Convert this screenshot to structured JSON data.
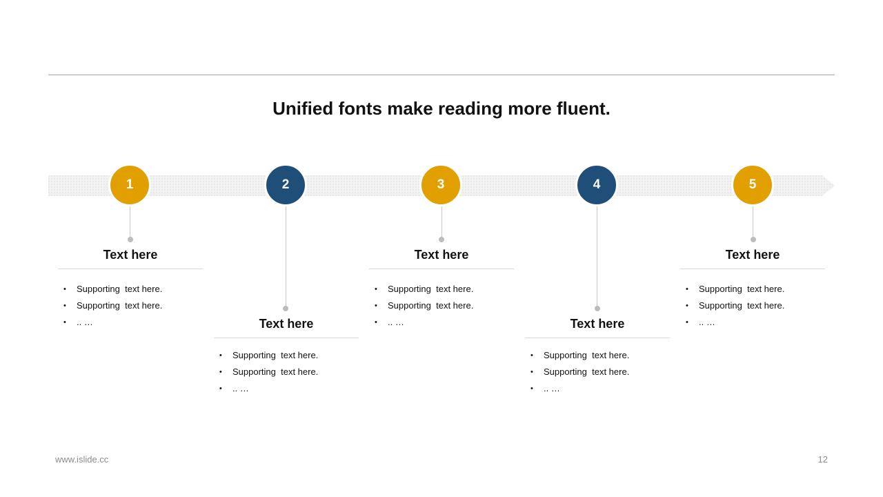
{
  "title": "Unified fonts make reading more fluent.",
  "colors": {
    "gold": "#E2A000",
    "navy": "#1F4E79",
    "band": "#F0F0F0",
    "connector": "#C8C8C8",
    "rule": "#A6A6A6"
  },
  "steps": [
    {
      "number": "1",
      "color": "#E2A000",
      "heading": "Text here",
      "bullets": [
        "Supporting  text here.",
        "Supporting  text here.",
        ".. …"
      ]
    },
    {
      "number": "2",
      "color": "#1F4E79",
      "heading": "Text here",
      "bullets": [
        "Supporting  text here.",
        "Supporting  text here.",
        ".. …"
      ]
    },
    {
      "number": "3",
      "color": "#E2A000",
      "heading": "Text here",
      "bullets": [
        "Supporting  text here.",
        "Supporting  text here.",
        ".. …"
      ]
    },
    {
      "number": "4",
      "color": "#1F4E79",
      "heading": "Text here",
      "bullets": [
        "Supporting  text here.",
        "Supporting  text here.",
        ".. …"
      ]
    },
    {
      "number": "5",
      "color": "#E2A000",
      "heading": "Text here",
      "bullets": [
        "Supporting  text here.",
        "Supporting  text here.",
        ".. …"
      ]
    }
  ],
  "footer": {
    "url": "www.islide.cc",
    "page_number": "12"
  }
}
